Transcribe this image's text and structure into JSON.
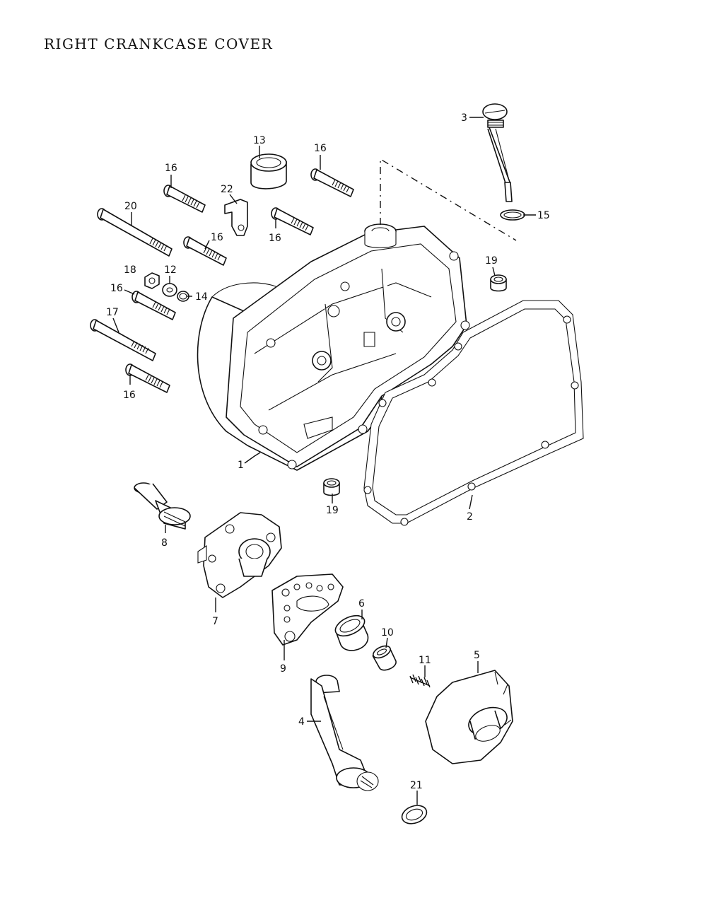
{
  "title": "RIGHT CRANKCASE COVER",
  "callouts": {
    "c1": "1",
    "c2": "2",
    "c3": "3",
    "c4": "4",
    "c5": "5",
    "c6": "6",
    "c7": "7",
    "c8": "8",
    "c9": "9",
    "c10": "10",
    "c11": "11",
    "c12": "12",
    "c13": "13",
    "c14": "14",
    "c15": "15",
    "c16a": "16",
    "c16b": "16",
    "c16c": "16",
    "c16d": "16",
    "c16e": "16",
    "c16f": "16",
    "c17": "17",
    "c18": "18",
    "c19a": "19",
    "c19b": "19",
    "c20": "20",
    "c21": "21",
    "c22": "22"
  }
}
